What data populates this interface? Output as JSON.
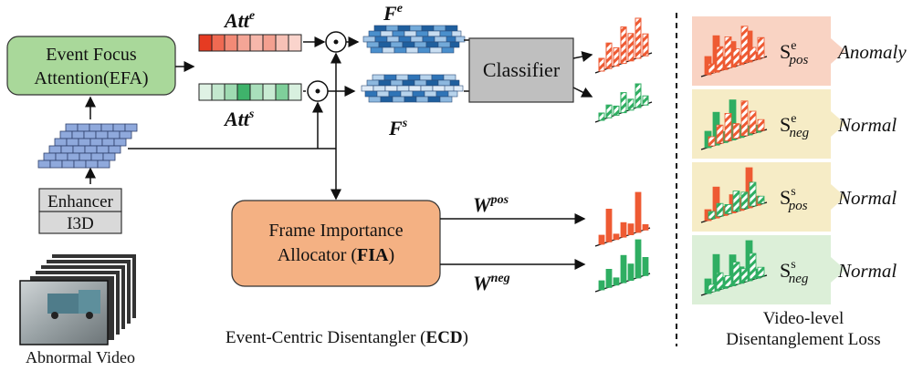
{
  "input": {
    "video_label": "Abnormal Video",
    "i3d_label": "I3D",
    "enhancer_label": "Enhancer"
  },
  "efa": {
    "line1": "Event Focus",
    "line2": "Attention(EFA)"
  },
  "attention": {
    "event_label": "Att",
    "event_sup": "e",
    "scene_label": "Att",
    "scene_sup": "s",
    "event_colors": [
      "#e63b22",
      "#ef6a52",
      "#f28a76",
      "#f4a596",
      "#f6b7ab",
      "#f3a090",
      "#f7c1b6",
      "#fad4cc"
    ],
    "scene_colors": [
      "#dff2e4",
      "#c3e8ce",
      "#9fdbb2",
      "#3fb36b",
      "#a9dfbb",
      "#c9ebd3",
      "#7fcf9a",
      "#d8f0df"
    ]
  },
  "features": {
    "event_label": "F",
    "event_sup": "e",
    "scene_label": "F",
    "scene_sup": "s",
    "event_palette": [
      "#1f5f9e",
      "#2f74b7",
      "#4a8fcc",
      "#73aad9",
      "#a6c8e8",
      "#c8ddf1"
    ],
    "scene_palette": [
      "#b7d3ec",
      "#cfe2f3",
      "#8db8df",
      "#2f74b7",
      "#e1ecf7",
      "#1f5f9e"
    ]
  },
  "classifier": {
    "label": "Classifier"
  },
  "fia": {
    "line1": "Frame Importance",
    "line2_prefix": "Allocator (",
    "line2_bold": "FIA",
    "line2_suffix": ")"
  },
  "weights": {
    "pos_label": "W",
    "pos_sup": "pos",
    "neg_label": "W",
    "neg_sup": "neg"
  },
  "ecd_caption": {
    "prefix": "Event-Centric Disentangler (",
    "bold": "ECD",
    "suffix": ")"
  },
  "loss_panel": {
    "rows": [
      {
        "score": "S",
        "sup": "e",
        "sub": "pos",
        "result": "Anomaly",
        "bg": "#f9d3c3"
      },
      {
        "score": "S",
        "sup": "e",
        "sub": "neg",
        "result": "Normal",
        "bg": "#f6ecc6"
      },
      {
        "score": "S",
        "sup": "s",
        "sub": "pos",
        "result": "Normal",
        "bg": "#f6ecc6"
      },
      {
        "score": "S",
        "sup": "s",
        "sub": "neg",
        "result": "Normal",
        "bg": "#dcefd8"
      }
    ],
    "caption_line1": "Video-level",
    "caption_line2": "Disentanglement Loss"
  },
  "colors": {
    "efa_fill": "#a9d89a",
    "fia_fill": "#f4b183",
    "classifier_fill": "#bfbfbf",
    "enhancer_fill": "#d9d9d9",
    "red_bar": "#ee5a33",
    "green_bar": "#2fae62",
    "blue_block": "#8fa9dc"
  }
}
